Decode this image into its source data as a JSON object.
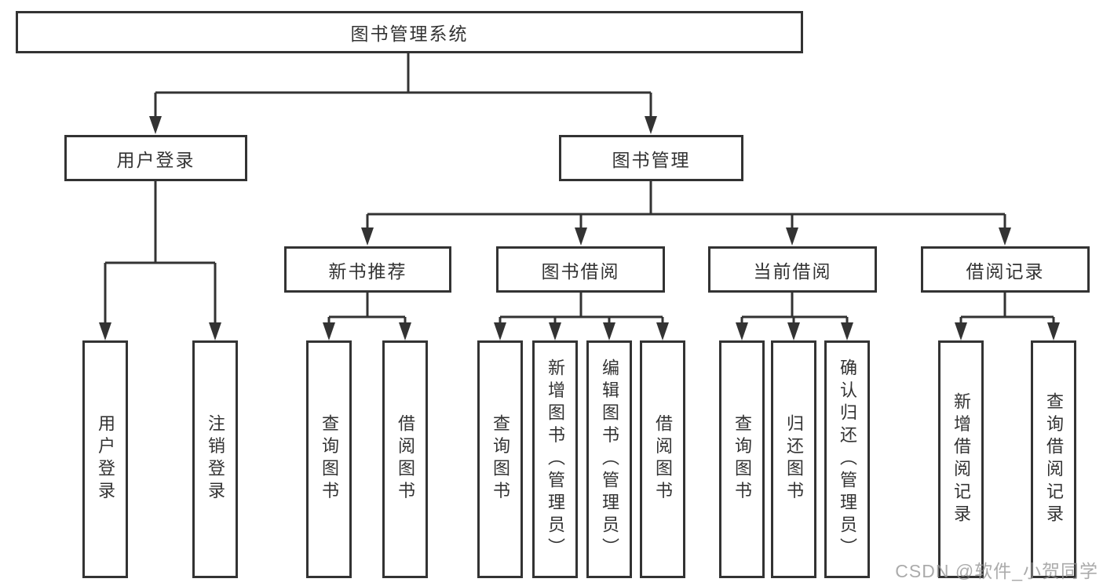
{
  "colors": {
    "line": "#333333",
    "text": "#333333",
    "background": "#ffffff",
    "watermark": "#969696"
  },
  "watermark": {
    "text": "CSDN @软件_小贺同学"
  },
  "tree": {
    "label": "图书管理系统",
    "children": [
      {
        "label": "用户登录",
        "children": [
          {
            "label": "用户登录"
          },
          {
            "label": "注销登录"
          }
        ]
      },
      {
        "label": "图书管理",
        "children": [
          {
            "label": "新书推荐",
            "children": [
              {
                "label": "查询图书"
              },
              {
                "label": "借阅图书"
              }
            ]
          },
          {
            "label": "图书借阅",
            "children": [
              {
                "label": "查询图书"
              },
              {
                "label": "新增图书（管理员）"
              },
              {
                "label": "编辑图书（管理员）"
              },
              {
                "label": "借阅图书"
              }
            ]
          },
          {
            "label": "当前借阅",
            "children": [
              {
                "label": "查询图书"
              },
              {
                "label": "归还图书"
              },
              {
                "label": "确认归还（管理员）"
              }
            ]
          },
          {
            "label": "借阅记录",
            "children": [
              {
                "label": "新增借阅记录"
              },
              {
                "label": "查询借阅记录"
              }
            ]
          }
        ]
      }
    ]
  }
}
